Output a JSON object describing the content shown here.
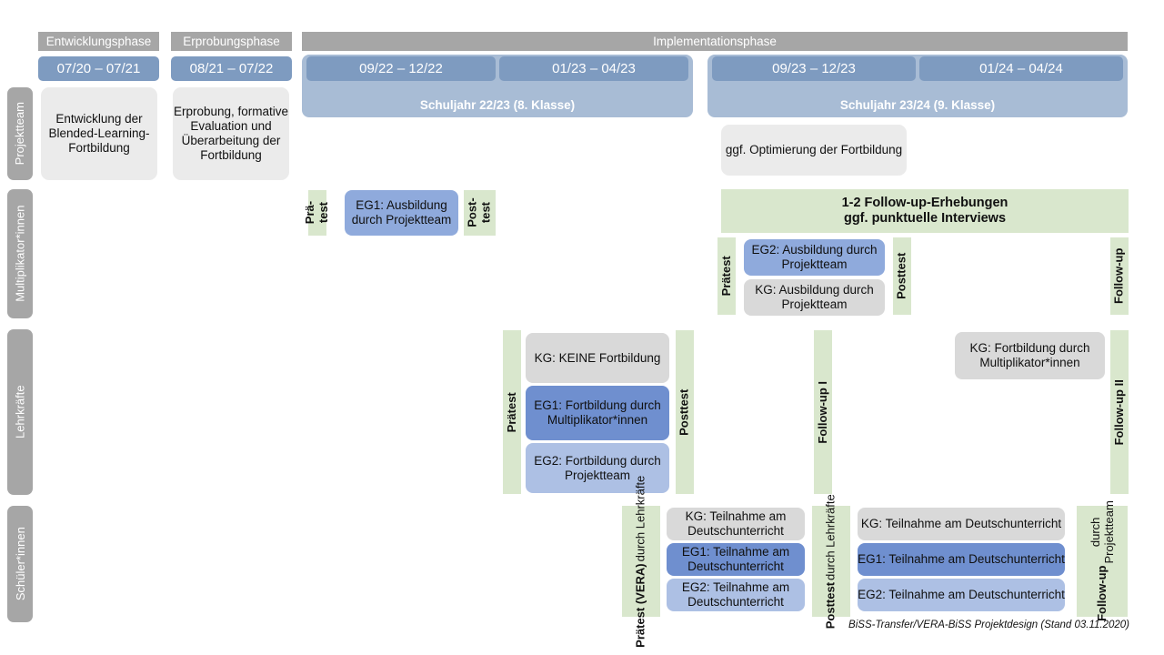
{
  "title": "BiSS-Transfer / VERA-BiSS Projektdesign",
  "footer": "BiSS-Transfer/VERA-BiSS Projektdesign (Stand 03.11.2020)",
  "colors": {
    "phase_header_grey": "#a6a6a6",
    "date_bar_blue": "#7e9bc0",
    "year_band_blue": "#a8bcd5",
    "green_band": "#d9e7cd",
    "grey_box": "#d9d9d9",
    "light_grey_box": "#ebebeb",
    "blue_mid": "#8faadc",
    "blue_dark": "#6f8fcf",
    "blue_light": "#adc0e4"
  },
  "phases": [
    {
      "label": "Entwicklungsphase"
    },
    {
      "label": "Erprobungsphase"
    },
    {
      "label": "Implementationsphase"
    }
  ],
  "date_bars": [
    {
      "label": "07/20 – 07/21"
    },
    {
      "label": "08/21 – 07/22"
    },
    {
      "label": "09/22 – 12/22"
    },
    {
      "label": "01/23 – 04/23"
    },
    {
      "label": "09/23 – 12/23"
    },
    {
      "label": "01/24 – 04/24"
    }
  ],
  "school_years": [
    {
      "label": "Schuljahr 22/23 (8. Klasse)"
    },
    {
      "label": "Schuljahr 23/24 (9. Klasse)"
    }
  ],
  "actors": [
    {
      "label": "Projektteam"
    },
    {
      "label": "Multiplikator*innen"
    },
    {
      "label": "Lehrkräfte"
    },
    {
      "label": "Schüler*innen"
    }
  ],
  "projektteam": {
    "entwicklung": "Entwicklung der Blended-Learning-Fortbildung",
    "erprobung": "Erprobung, formative Evaluation und Überarbeitung der Fortbildung",
    "optimierung": "ggf. Optimierung der Fortbildung"
  },
  "multiplikatoren": {
    "praetest_short_l1": "Prä-",
    "praetest_short_l2": "test",
    "eg1": "EG1: Ausbildung durch Projektteam",
    "posttest_short_l1": "Post-",
    "posttest_short_l2": "test",
    "followup_banner_l1": "1-2 Follow-up-Erhebungen",
    "followup_banner_l2": "ggf. punktuelle Interviews",
    "praetest": "Prätest",
    "eg2": "EG2: Ausbildung durch Projektteam",
    "kg": "KG: Ausbildung durch Projektteam",
    "posttest": "Posttest",
    "followup": "Follow-up"
  },
  "lehrkraefte": {
    "praetest": "Prätest",
    "kg_keine": "KG:  KEINE Fortbildung",
    "eg1": "EG1: Fortbildung durch Multiplikator*innen",
    "eg2": "EG2: Fortbildung durch Projektteam",
    "posttest": "Posttest",
    "followup1": "Follow-up I",
    "kg_fortbildung": "KG: Fortbildung durch Multiplikator*innen",
    "followup2": "Follow-up II"
  },
  "schueler": {
    "praetest_main": "Prätest (VERA)",
    "praetest_sub": "durch Lehrkräfte",
    "kg_left": "KG: Teilnahme am Deutschunterricht",
    "eg1_left": "EG1: Teilnahme am Deutschunterricht",
    "eg2_left": "EG2: Teilnahme am Deutschunterricht",
    "posttest_main": "Posttest",
    "posttest_sub": "durch Lehrkräfte",
    "kg_right": "KG: Teilnahme am Deutschunterricht",
    "eg1_right": "EG1: Teilnahme am Deutschunterricht",
    "eg2_right": "EG2: Teilnahme am Deutschunterricht",
    "followup_main": "Follow-up",
    "followup_sub1": "durch",
    "followup_sub2": "Projektteam"
  }
}
